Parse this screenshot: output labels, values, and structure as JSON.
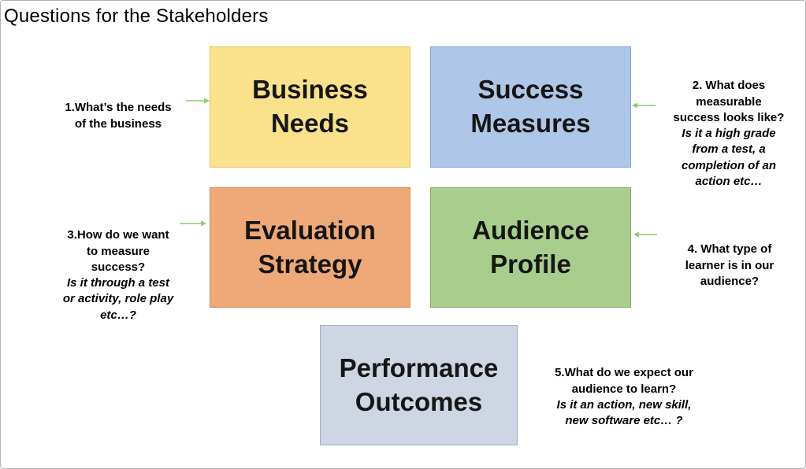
{
  "title": "Questions for the Stakeholders",
  "colors": {
    "business_needs_fill": "#FAE18B",
    "business_needs_border": "#E4C75E",
    "success_measures_fill": "#AEC6E8",
    "success_measures_border": "#84A4CF",
    "evaluation_strategy_fill": "#EFA878",
    "evaluation_strategy_border": "#D98D55",
    "audience_profile_fill": "#A8CE8D",
    "audience_profile_border": "#82AE5F",
    "performance_outcomes_fill": "#CDD6E2",
    "performance_outcomes_border": "#A4B1C4",
    "arrow": "#8FC878"
  },
  "boxes": {
    "business_needs": {
      "label": "Business\nNeeds"
    },
    "success_measures": {
      "label": "Success\nMeasures"
    },
    "evaluation_strategy": {
      "label": "Evaluation\nStrategy"
    },
    "audience_profile": {
      "label": "Audience\nProfile"
    },
    "performance_outcomes": {
      "label": "Performance\nOutcomes"
    }
  },
  "annotations": {
    "q1": {
      "text": "1.What’s the needs\nof the business"
    },
    "q2": {
      "text": "2. What does\nmeasurable\nsuccess looks like?",
      "example": "Is it a high grade\nfrom a test, a\ncompletion of an\naction etc…"
    },
    "q3": {
      "text": "3.How do we want\nto measure\nsuccess?",
      "example": "Is it through a test\nor activity, role play\netc…?"
    },
    "q4": {
      "text": "4. What type of\nlearner is in our\naudience?"
    },
    "q5": {
      "text": "5.What do we expect our\naudience to learn?",
      "example": "Is it an action, new skill,\nnew software etc… ?"
    }
  }
}
